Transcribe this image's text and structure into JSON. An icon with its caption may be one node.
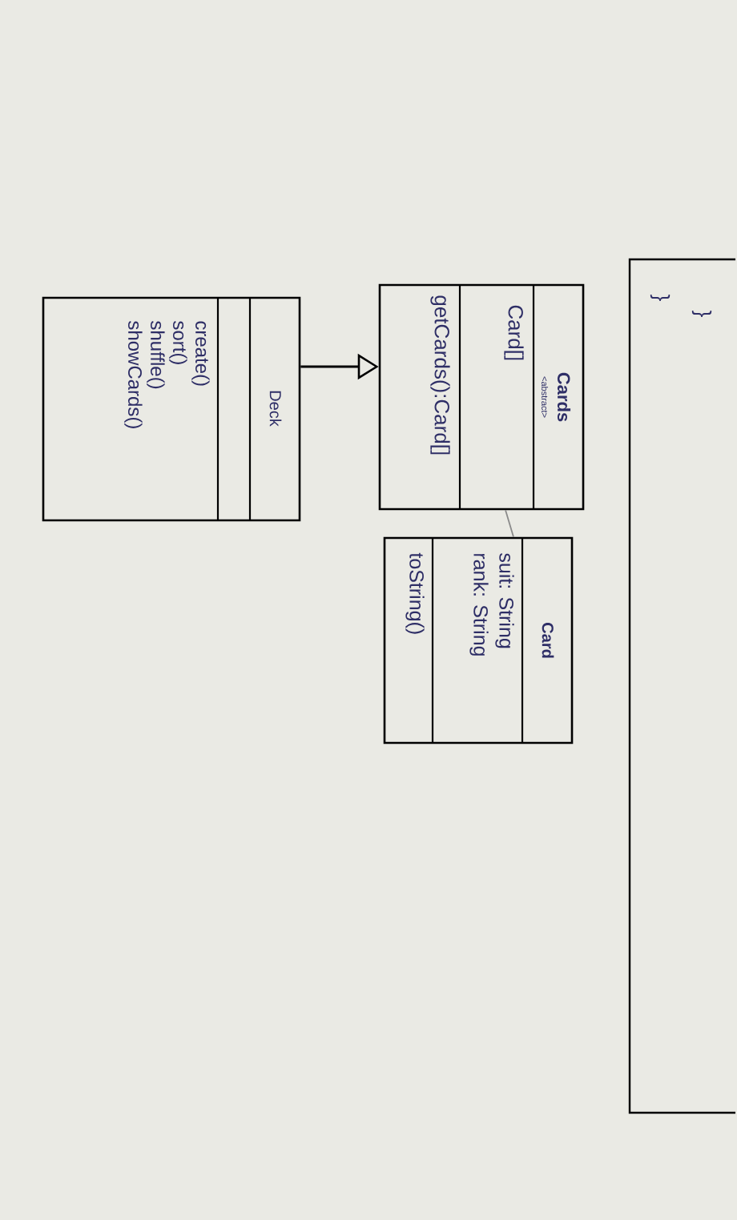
{
  "diagram": {
    "nodes": [
      {
        "text": [
          "Cards",
          "<abstract>",
          "Card[]",
          "getCards():Card[]"
        ]
      },
      {
        "text": [
          "Card",
          "suit: String",
          "rank: String",
          "toString()"
        ]
      },
      {
        "text": [
          "Deck",
          "create()",
          "sort()",
          "shuffle()",
          "showCards()"
        ]
      }
    ],
    "edges": [
      {
        "from": 2,
        "to": 0,
        "arrow": "to"
      },
      {
        "from": 0,
        "to": 1,
        "arrow": "none",
        "color": "#8a8a8a"
      }
    ],
    "labels": [
      "}",
      "}"
    ]
  }
}
